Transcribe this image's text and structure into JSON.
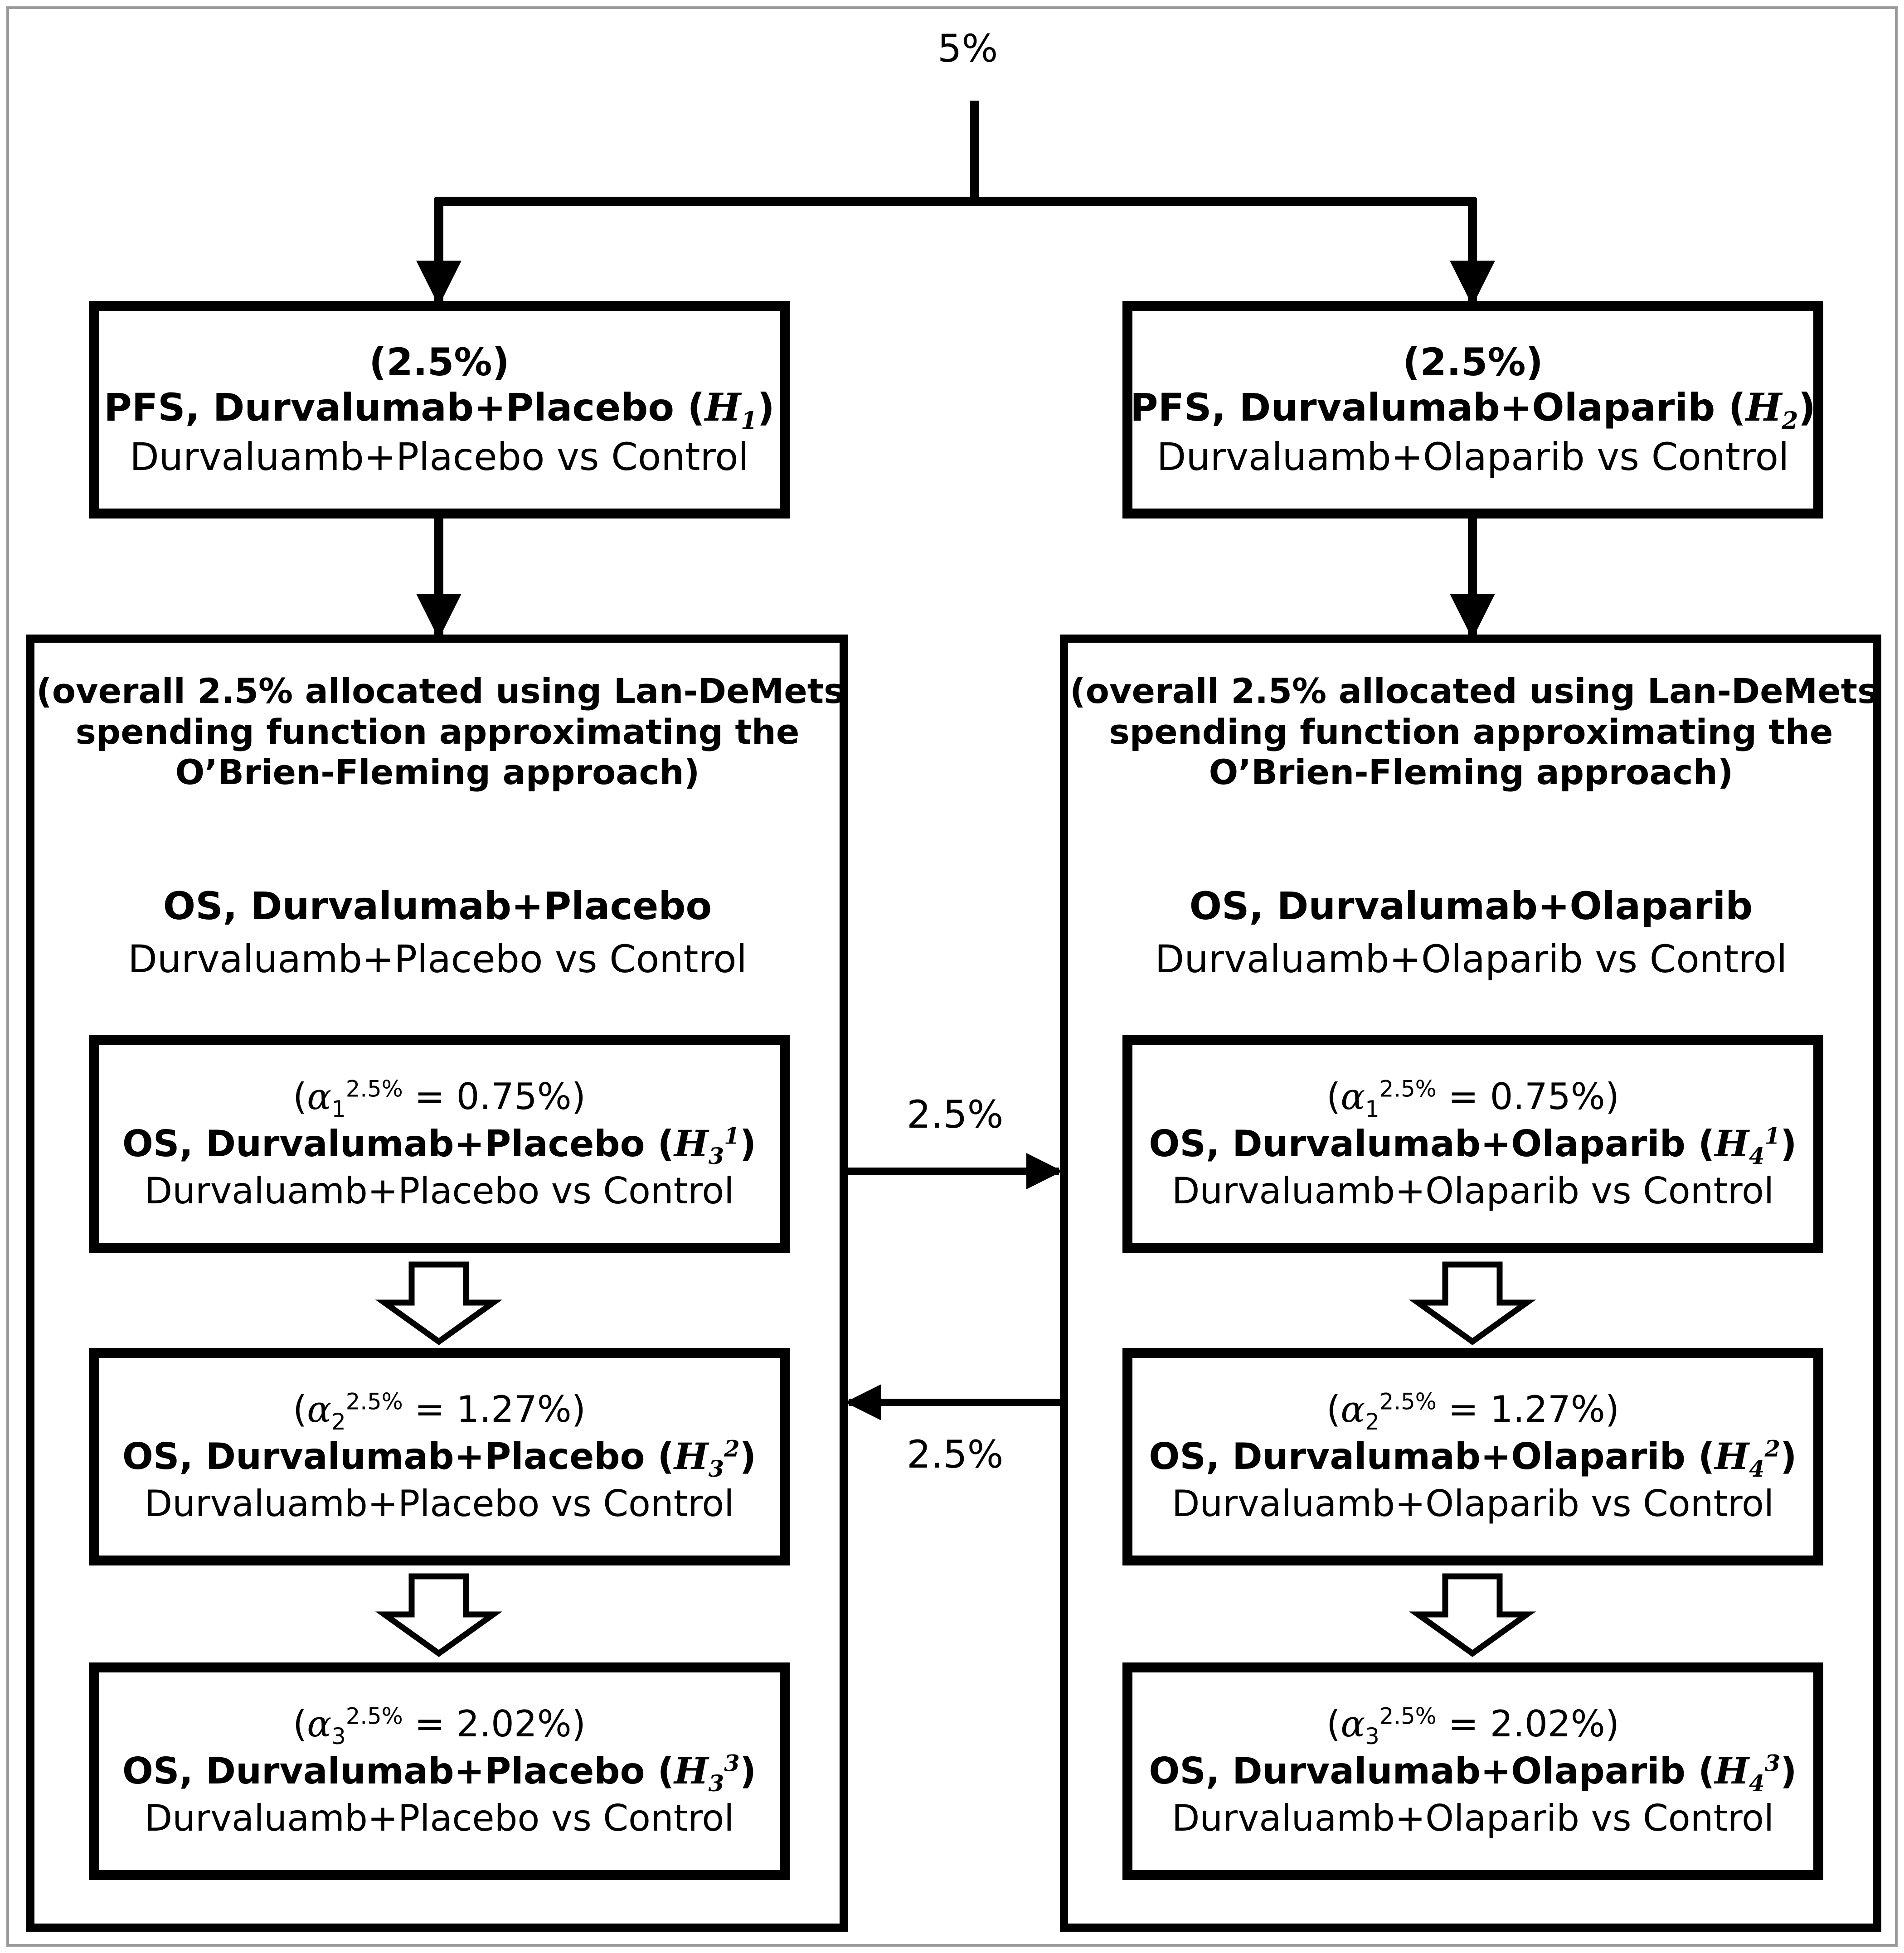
{
  "top_label": "5%",
  "transfer_right_label": "2.5%",
  "transfer_left_label": "2.5%",
  "left": {
    "pfs": {
      "alpha": "(2.5%)",
      "title_prefix": "PFS, Durvalumab+Placebo (",
      "hyp_symbol": "H",
      "hyp_sub": "1",
      "title_suffix": ")",
      "comparison": "Durvaluamb+Placebo vs Control"
    },
    "spending_note": [
      "(overall 2.5% allocated using Lan-DeMets",
      "spending function approximating the",
      "O’Brien-Fleming approach)"
    ],
    "os_title": "OS, Durvalumab+Placebo",
    "os_comparison": "Durvaluamb+Placebo vs Control",
    "analyses": [
      {
        "alpha_prefix": "(",
        "alpha_symbol": "α",
        "alpha_sub": "1",
        "alpha_sup": "2.5%",
        "alpha_value": " = 0.75%)",
        "title_prefix": "OS, Durvalumab+Placebo (",
        "hyp_symbol": "H",
        "hyp_sub": "3",
        "hyp_sup": "1",
        "title_suffix": ")",
        "comparison": "Durvaluamb+Placebo vs Control"
      },
      {
        "alpha_prefix": "(",
        "alpha_symbol": "α",
        "alpha_sub": "2",
        "alpha_sup": "2.5%",
        "alpha_value": " = 1.27%)",
        "title_prefix": "OS, Durvalumab+Placebo (",
        "hyp_symbol": "H",
        "hyp_sub": "3",
        "hyp_sup": "2",
        "title_suffix": ")",
        "comparison": "Durvaluamb+Placebo vs Control"
      },
      {
        "alpha_prefix": "(",
        "alpha_symbol": "α",
        "alpha_sub": "3",
        "alpha_sup": "2.5%",
        "alpha_value": " = 2.02%)",
        "title_prefix": "OS, Durvalumab+Placebo (",
        "hyp_symbol": "H",
        "hyp_sub": "3",
        "hyp_sup": "3",
        "title_suffix": ")",
        "comparison": "Durvaluamb+Placebo vs Control"
      }
    ]
  },
  "right": {
    "pfs": {
      "alpha": "(2.5%)",
      "title_prefix": "PFS, Durvalumab+Olaparib (",
      "hyp_symbol": "H",
      "hyp_sub": "2",
      "title_suffix": ")",
      "comparison": "Durvaluamb+Olaparib vs Control"
    },
    "spending_note": [
      "(overall 2.5% allocated using Lan-DeMets",
      "spending function approximating the",
      "O’Brien-Fleming approach)"
    ],
    "os_title": "OS, Durvalumab+Olaparib",
    "os_comparison": "Durvaluamb+Olaparib vs Control",
    "analyses": [
      {
        "alpha_prefix": "(",
        "alpha_symbol": "α",
        "alpha_sub": "1",
        "alpha_sup": "2.5%",
        "alpha_value": " = 0.75%)",
        "title_prefix": "OS, Durvalumab+Olaparib (",
        "hyp_symbol": "H",
        "hyp_sub": "4",
        "hyp_sup": "1",
        "title_suffix": ")",
        "comparison": "Durvaluamb+Olaparib vs Control"
      },
      {
        "alpha_prefix": "(",
        "alpha_symbol": "α",
        "alpha_sub": "2",
        "alpha_sup": "2.5%",
        "alpha_value": " = 1.27%)",
        "title_prefix": "OS, Durvalumab+Olaparib (",
        "hyp_symbol": "H",
        "hyp_sub": "4",
        "hyp_sup": "2",
        "title_suffix": ")",
        "comparison": "Durvaluamb+Olaparib vs Control"
      },
      {
        "alpha_prefix": "(",
        "alpha_symbol": "α",
        "alpha_sub": "3",
        "alpha_sup": "2.5%",
        "alpha_value": " = 2.02%)",
        "title_prefix": "OS, Durvalumab+Olaparib (",
        "hyp_symbol": "H",
        "hyp_sub": "4",
        "hyp_sup": "3",
        "title_suffix": ")",
        "comparison": "Durvaluamb+Olaparib vs Control"
      }
    ]
  }
}
